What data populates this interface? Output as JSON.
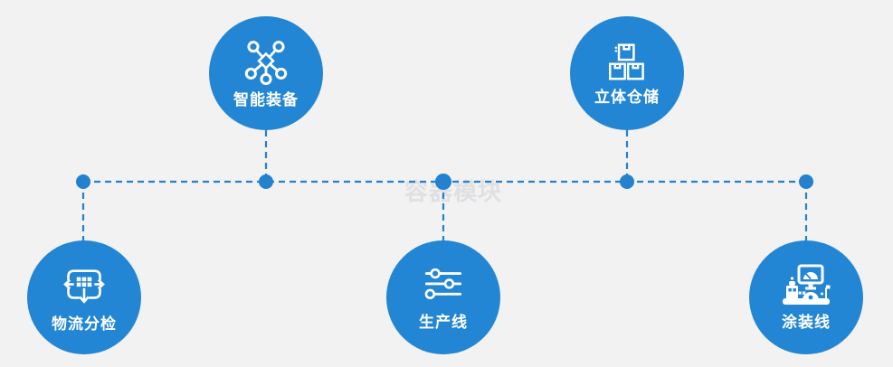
{
  "diagram": {
    "watermark": "容器模块",
    "nodes": [
      {
        "id": "smart-equipment",
        "label": "智能装备",
        "icon": "network-nodes-icon"
      },
      {
        "id": "stereo-warehouse",
        "label": "立体仓储",
        "icon": "stacked-boxes-icon"
      },
      {
        "id": "logistics-sorting",
        "label": "物流分检",
        "icon": "sort-arrows-icon"
      },
      {
        "id": "production-line",
        "label": "生产线",
        "icon": "sliders-icon"
      },
      {
        "id": "painting-line",
        "label": "涂装线",
        "icon": "painting-machine-icon"
      }
    ],
    "connections": [
      "smart-equipment -> bus",
      "stereo-warehouse -> bus",
      "bus -> logistics-sorting",
      "bus -> production-line",
      "bus -> painting-line"
    ]
  },
  "colors": {
    "background": "#f2f2f3",
    "node_fill": "#2286d4",
    "connector": "#2381cd",
    "label_text": "#ffffff",
    "watermark": "#e0e0e3"
  }
}
